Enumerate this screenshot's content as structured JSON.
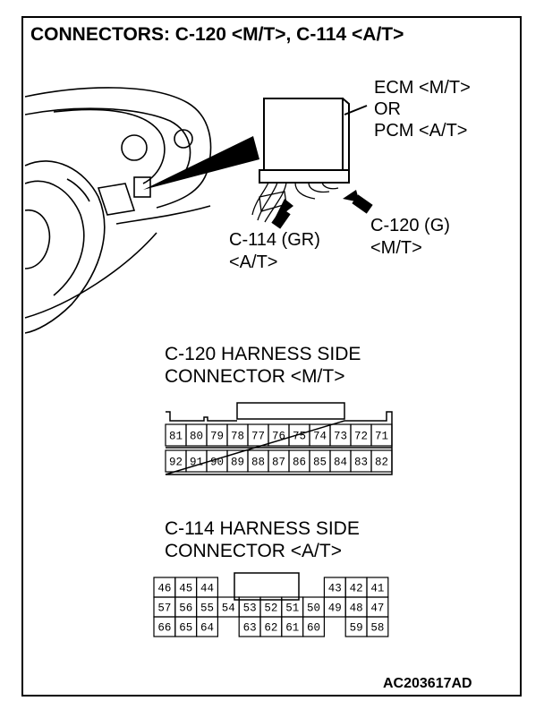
{
  "title": "CONNECTORS: C-120 <M/T>, C-114 <A/T>",
  "ecm_label": [
    "ECM <M/T>",
    "OR",
    "PCM <A/T>"
  ],
  "c114_callout": [
    "C-114 (GR)",
    "<A/T>"
  ],
  "c120_callout": [
    "C-120 (G)",
    "<M/T>"
  ],
  "c120_header": [
    "C-120 HARNESS SIDE",
    "CONNECTOR <M/T>"
  ],
  "c114_header": [
    "C-114 HARNESS SIDE",
    "CONNECTOR <A/T>"
  ],
  "c120_pins": {
    "top": [
      "81",
      "80",
      "79",
      "78",
      "77",
      "76",
      "75",
      "74",
      "73",
      "72",
      "71"
    ],
    "bottom": [
      "92",
      "91",
      "90",
      "89",
      "88",
      "87",
      "86",
      "85",
      "84",
      "83",
      "82"
    ]
  },
  "c114_pins": {
    "row1": [
      "46",
      "45",
      "44",
      "",
      "",
      "",
      "",
      "",
      "43",
      "42",
      "41"
    ],
    "row2": [
      "57",
      "56",
      "55",
      "54",
      "53",
      "52",
      "51",
      "50",
      "49",
      "48",
      "47"
    ],
    "row3": [
      "66",
      "65",
      "64",
      "",
      "63",
      "62",
      "61",
      "60",
      "",
      "59",
      "58"
    ]
  },
  "figure_code": "AC203617AD"
}
